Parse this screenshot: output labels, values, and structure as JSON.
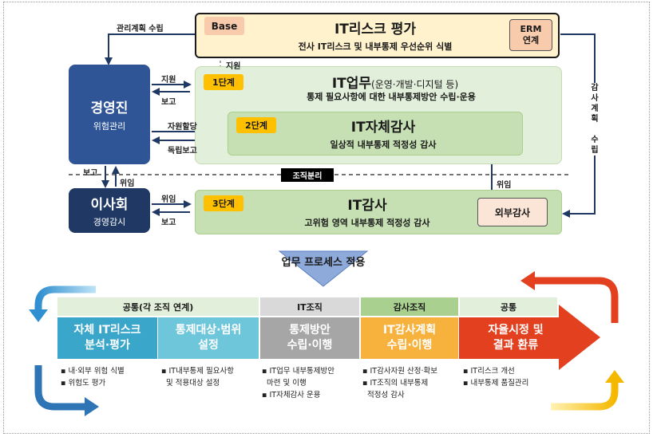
{
  "top": {
    "base_label": "Base",
    "title": "IT리스크 평가",
    "subtitle": "전사 IT리스크 및 내부통제 우선순위 식별",
    "erm_line1": "ERM",
    "erm_line2": "연계"
  },
  "left": {
    "exec_title": "경영진",
    "exec_sub": "위험관리",
    "board_title": "이사회",
    "board_sub": "경영감시"
  },
  "lines": {
    "mgmt_plan": "관리계획 수립",
    "support_top": "지원",
    "support": "지원",
    "report1": "보고",
    "resource": "자원할당",
    "indep_report": "독립보고",
    "report_down": "보고",
    "delegate_up": "위임",
    "delegate_right": "위임",
    "report_left": "보고",
    "org_sep": "조직분리",
    "delegate_ext": "위임",
    "audit_plan_chars": [
      "감",
      "사",
      "계",
      "획",
      "",
      "수",
      "립"
    ]
  },
  "stage1": {
    "badge": "1단계",
    "title": "IT업무",
    "title_extra": "(운영·개발·디지털 등)",
    "subtitle": "통제 필요사항에 대한 내부통제방안 수립·운용"
  },
  "stage2": {
    "badge": "2단계",
    "title": "IT자체감사",
    "subtitle": "일상적 내부통제 적정성 감사"
  },
  "stage3": {
    "badge": "3단계",
    "title": "IT감사",
    "subtitle": "고위험 영역 내부통제 적정성 감사",
    "external": "외부감사"
  },
  "apply_label": "업무 프로세스 적용",
  "process": {
    "headers": [
      {
        "label": "공통(각 조직 연계)"
      },
      {
        "label": "IT조직"
      },
      {
        "label": "감사조직"
      },
      {
        "label": "공통"
      }
    ],
    "steps": [
      {
        "line1": "자체 IT리스크",
        "line2": "분석·평가",
        "color": "#3aa6c9"
      },
      {
        "line1": "통제대상·범위",
        "line2": "설정",
        "color": "#6ec6db"
      },
      {
        "line1": "통제방안",
        "line2": "수립·이행",
        "color": "#a6a6a6"
      },
      {
        "line1": "IT감사계획",
        "line2": "수립·이행",
        "color": "#f7b13d"
      },
      {
        "line1": "자율시정 및",
        "line2": "결과 환류",
        "color": "#e2401f"
      }
    ],
    "bullets": [
      [
        "내·외부 위험 식별",
        "위험도 평가"
      ],
      [
        "IT내부통제 필요사항",
        "및 적용대상 설정"
      ],
      [
        "IT업무 내부통제방안",
        "마련 및 이행",
        "IT자체감사 운용"
      ],
      [
        "IT감사자원 산정·확보",
        "IT조직의 내부통제",
        "적정성 감사"
      ],
      [
        "IT리스크 개선",
        "내부통제 품질관리"
      ]
    ]
  }
}
